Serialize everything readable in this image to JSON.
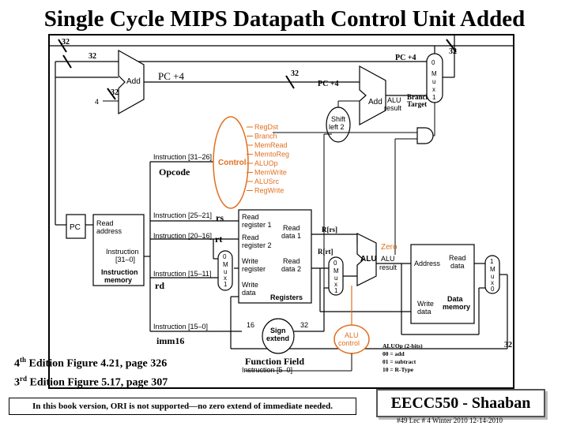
{
  "title": "Single Cycle MIPS Datapath Control Unit Added",
  "labels": {
    "w32": "32",
    "pc_plus_4": "PC +4",
    "pc_plus_4_upper": "PC +4",
    "add": "Add",
    "alu_label": "ALU",
    "result": "result",
    "shift_left_2_a": "Shift",
    "shift_left_2_b": "left 2",
    "branch_target_a": "Branch",
    "branch_target_b": "Target",
    "mux_m": "M",
    "mux_u": "u",
    "mux_x": "x",
    "mux_0": "0",
    "mux_1": "1",
    "pc": "PC",
    "four": "4",
    "instr_31_26": "Instruction [31–26]",
    "control": "Control",
    "opcode": "Opcode",
    "instr_25_21": "Instruction [25–21]",
    "instr_20_16": "Instruction [20–16]",
    "instr_15_11": "Instruction [15–11]",
    "instr_15_0": "Instruction [15–0]",
    "instr_5_0": "Instruction [5–0]",
    "rs": "rs",
    "rt": "rt",
    "rd": "rd",
    "imm16": "imm16",
    "read_address_a": "Read",
    "read_address_b": "address",
    "instruction_a": "Instruction",
    "instruction_b": "[31–0]",
    "instr_mem_a": "Instruction",
    "instr_mem_b": "memory",
    "read_reg_1_a": "Read",
    "read_reg_1_b": "register 1",
    "read_reg_2_a": "Read",
    "read_reg_2_b": "register 2",
    "write_reg_a": "Write",
    "write_reg_b": "register",
    "write_data_a": "Write",
    "write_data_b": "data",
    "read_data_1_a": "Read",
    "read_data_1_b": "data 1",
    "read_data_2_a": "Read",
    "read_data_2_b": "data 2",
    "registers": "Registers",
    "rs_val": "R[rs]",
    "rt_val": "R[rt]",
    "zero": "Zero",
    "alu": "ALU",
    "alu_result_a": "ALU",
    "alu_result_b": "result",
    "address": "Address",
    "read_data_a": "Read",
    "read_data_b": "data",
    "write_data_mem_a": "Write",
    "write_data_mem_b": "data",
    "data_memory_a": "Data",
    "data_memory_b": "memory",
    "sign_extend_a": "Sign",
    "sign_extend_b": "extend",
    "w16": "16",
    "alu_control_a": "ALU",
    "alu_control_b": "control",
    "function_field": "Function Field"
  },
  "control_signals": [
    "RegDst",
    "Branch",
    "MemRead",
    "MemtoReg",
    "ALUOp",
    "MemWrite",
    "ALUSrc",
    "RegWrite"
  ],
  "aluop_legend": [
    "ALUOp (2-bits)",
    "00 = add",
    "01 = subtract",
    "10 = R-Type"
  ],
  "edition": {
    "line1_num": "4",
    "line1_sup": "th",
    "line1_text": " Edition Figure 4.21, page 326",
    "line2_num": "3",
    "line2_sup": "rd",
    "line2_text": " Edition Figure 5.17, page 307"
  },
  "note": "In this book version, ORI is not supported—no zero extend of immediate needed.",
  "badge": "EECC550 - Shaaban",
  "footer": "#49   Lec # 4   Winter 2010   12-14-2010",
  "colors": {
    "control": "#e07020",
    "wire": "#000000"
  }
}
